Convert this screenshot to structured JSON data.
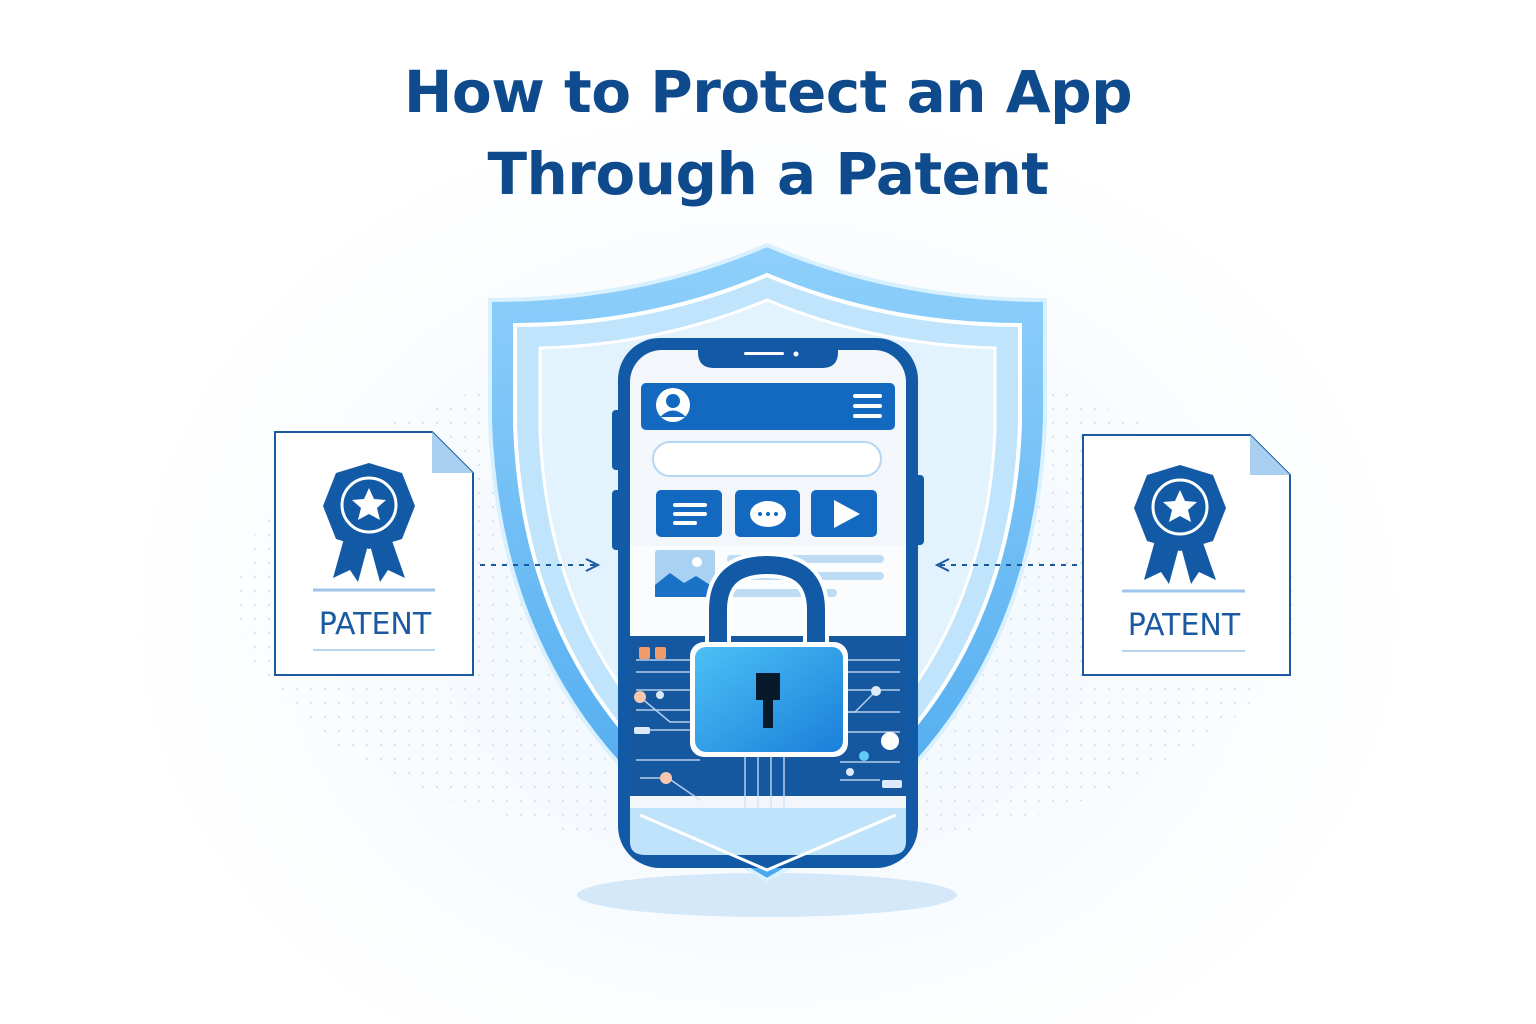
{
  "title": {
    "line1": "How to Protect an App",
    "line2": "Through a Patent"
  },
  "left_document": {
    "label": "PATENT",
    "icon": "award-ribbon-star-icon"
  },
  "right_document": {
    "label": "PATENT",
    "icon": "award-ribbon-star-icon"
  },
  "center": {
    "icons": [
      "shield-icon",
      "smartphone-icon",
      "padlock-icon",
      "user-avatar-icon",
      "hamburger-menu-icon",
      "text-lines-icon",
      "chat-bubble-icon",
      "play-icon",
      "image-icon"
    ]
  },
  "colors": {
    "title": "#0e4a8c",
    "dark_blue": "#125aa6",
    "light_blue": "#7cc6f5",
    "lock_blue": "#2b97e6"
  }
}
